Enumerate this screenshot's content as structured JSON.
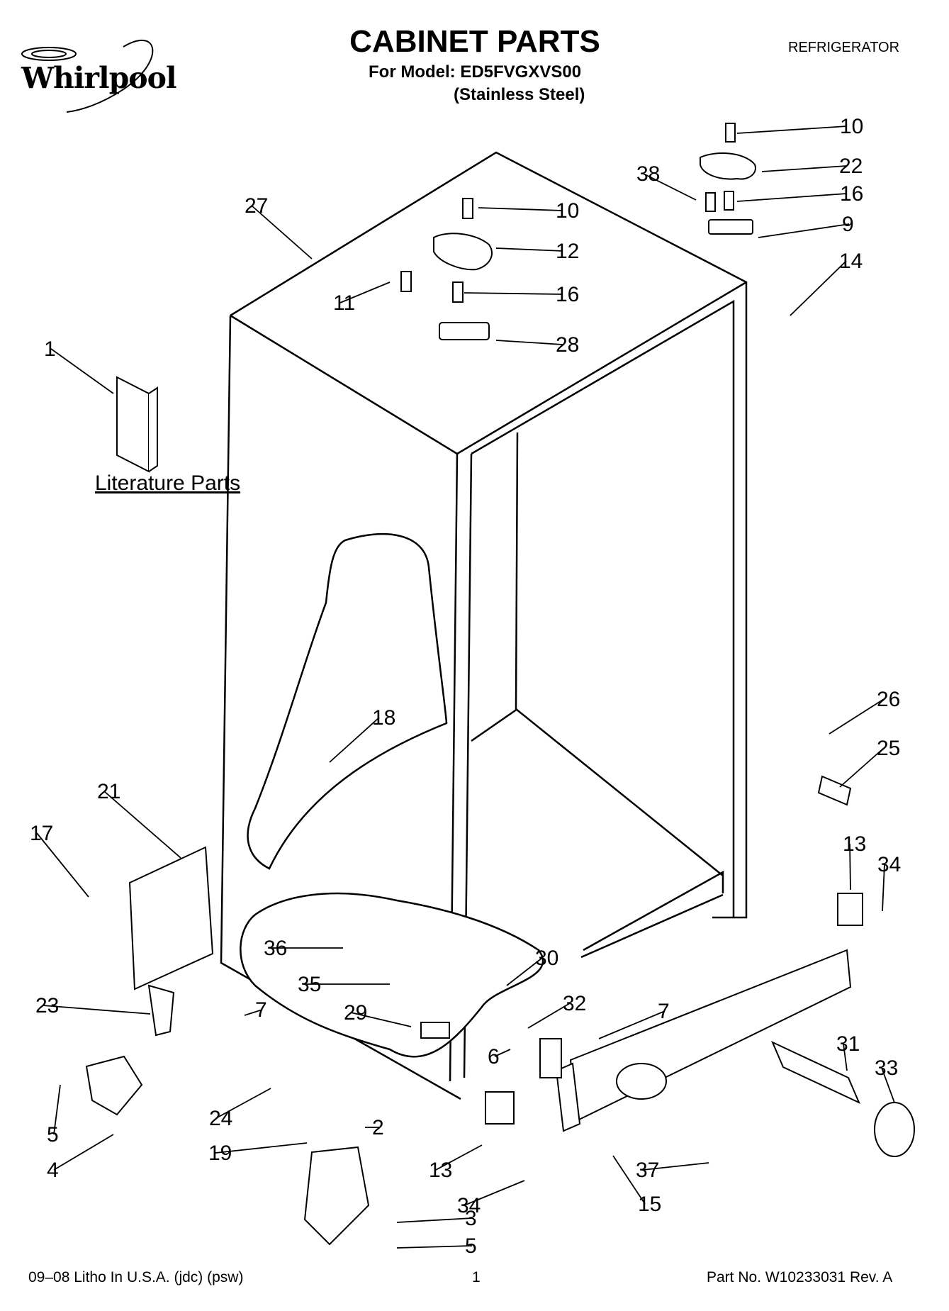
{
  "header": {
    "brand": "Whirlpool",
    "title": "CABINET PARTS",
    "model_line": "For Model: ED5FVGXVS00",
    "finish_line": "(Stainless Steel)",
    "category": "REFRIGERATOR"
  },
  "diagram": {
    "literature_label": "Literature Parts",
    "callouts": [
      "10",
      "22",
      "38",
      "16",
      "9",
      "14",
      "27",
      "10",
      "12",
      "11",
      "16",
      "28",
      "1",
      "18",
      "26",
      "25",
      "21",
      "17",
      "13",
      "34",
      "36",
      "30",
      "35",
      "32",
      "7",
      "23",
      "7",
      "29",
      "31",
      "33",
      "6",
      "24",
      "2",
      "5",
      "19",
      "4",
      "13",
      "34",
      "37",
      "3",
      "5",
      "15"
    ]
  },
  "footer": {
    "left": "09–08 Litho In U.S.A. (jdc) (psw)",
    "page": "1",
    "right": "Part No. W10233031 Rev. A"
  }
}
